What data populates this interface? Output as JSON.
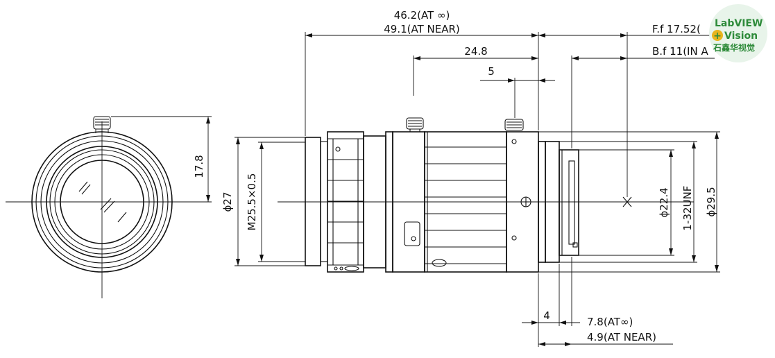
{
  "dimensions": {
    "total_length_inf": "46.2(AT ∞)",
    "total_length_near": "49.1(AT NEAR)",
    "flange_focal": "F.f  17.52(",
    "back_focal": "B.f  11(IN A",
    "body_length": "24.8",
    "ring_offset": "5",
    "knob_height": "17.8",
    "outer_diameter": "ϕ27",
    "filter_thread": "M25.5×0.5",
    "rear_diameter": "ϕ22.4",
    "mount_thread": "1-32UNF",
    "flange_diameter": "ϕ29.5",
    "flange_thickness": "4",
    "rear_protrusion_inf": "7.8(AT∞)",
    "rear_protrusion_near": "4.9(AT NEAR)"
  },
  "watermark": {
    "line1": "LabVIEW",
    "line2": "Vision",
    "line3": "石鑫华视觉",
    "plus_symbol": "+",
    "colors": {
      "circle": "#e8f4ea",
      "text": "#2e8b3a",
      "plus": "#e8b41c"
    }
  }
}
